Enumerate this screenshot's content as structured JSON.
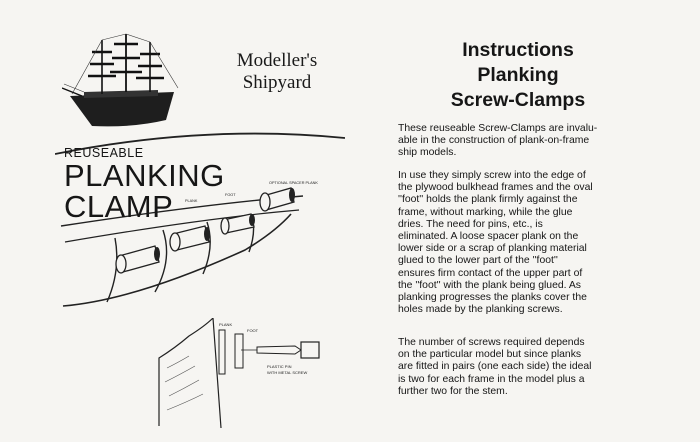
{
  "left": {
    "brand_lines": [
      "Modeller's",
      "Shipyard"
    ],
    "reuseable": "REUSEABLE",
    "clamp_lines": [
      "PLANKING",
      "CLAMP"
    ],
    "hull_labels": {
      "plank": "PLANK",
      "foot": "FOOT",
      "spacer": "OPTIONAL SPACER PLANK",
      "detail_plank": "PLANK",
      "detail_foot": "FOOT",
      "pin_note_1": "PLASTIC PIN",
      "pin_note_2": "WITH METAL SCREW"
    }
  },
  "right": {
    "title_lines": [
      "Instructions",
      "Planking",
      "Screw-Clamps"
    ],
    "p1": [
      "These reuseable Screw-Clamps are invalu-",
      "able in the construction of plank-on-frame",
      "ship models."
    ],
    "p2": [
      "In use they simply screw into the edge of",
      "the plywood bulkhead frames and the oval",
      "''foot'' holds the plank firmly against the",
      "frame, without marking, while the glue",
      "dries. The need for pins, etc., is",
      "eliminated. A loose spacer plank on the",
      "lower side or a scrap of planking material",
      "glued to the lower part of the ''foot''",
      "ensures firm contact of the upper part of",
      "the ''foot'' with the plank being glued. As",
      "planking progresses the planks cover the",
      "holes made by the planking screws."
    ],
    "p3": [
      "The number of screws required depends",
      "on the particular model but since planks",
      "are fitted in pairs (one each side) the ideal",
      "is two for each frame in the model plus a",
      "further two for the stem."
    ]
  }
}
